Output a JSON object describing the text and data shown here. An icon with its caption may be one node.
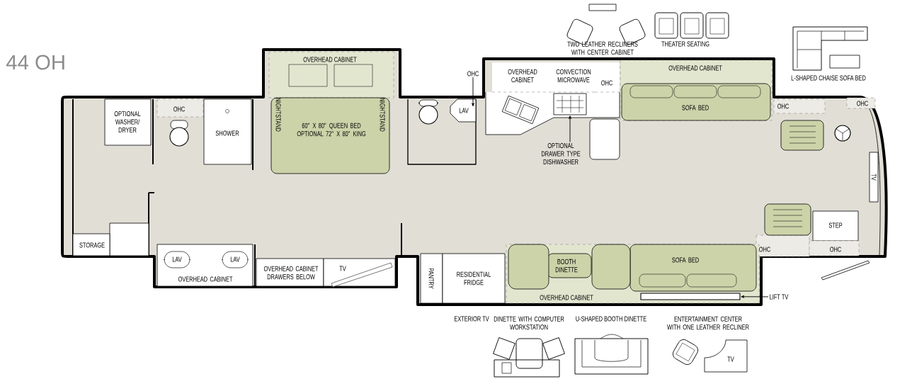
{
  "diagram": {
    "title": "44 OH",
    "nodes": [
      {
        "text": [
          "OPTIONAL WASHER/ DRYER"
        ]
      },
      {
        "text": [
          "OHC"
        ]
      },
      {
        "text": [
          "SHOWER"
        ]
      },
      {
        "text": [
          "OVERHEAD CABINET"
        ]
      },
      {
        "text": [
          "60\" X 80\" QUEEN BED OPTIONAL 72\" X 80\" KING"
        ]
      },
      {
        "text": [
          "NIGHTSTAND"
        ],
        "in": 4
      },
      {
        "text": [
          "NIGHTSTAND"
        ],
        "in": 4
      },
      {
        "text": [
          "OHC"
        ]
      },
      {
        "text": [
          "LAV"
        ]
      },
      {
        "text": [
          "OVERHEAD CABINET"
        ]
      },
      {
        "text": [
          "CONVECTION MICROWAVE"
        ]
      },
      {
        "text": [
          "OHC"
        ]
      },
      {
        "text": [],
        "shape": "box"
      },
      {
        "text": [
          "OPTIONAL DRAWER TYPE DISHWASHER"
        ]
      },
      {
        "text": [
          "OVERHEAD CABINET"
        ]
      },
      {
        "text": [
          "SOFA BED"
        ],
        "in": 14
      },
      {
        "text": [
          "OHC"
        ]
      },
      {
        "text": [
          "OHC"
        ]
      },
      {
        "text": [
          "TV"
        ]
      },
      {
        "text": [
          "OHC"
        ]
      },
      {
        "text": [
          "STEP"
        ]
      },
      {
        "text": [
          "OHC"
        ]
      },
      {
        "text": [
          "STORAGE"
        ]
      },
      {
        "text": [
          "OVERHEAD CABINET"
        ]
      },
      {
        "text": [
          "LAV"
        ],
        "in": 23
      },
      {
        "text": [
          "LAV"
        ],
        "in": 23
      },
      {
        "text": [
          "OVERHEAD CABINET DRAWERS BELOW"
        ]
      },
      {
        "text": [
          "TV"
        ]
      },
      {
        "text": [
          "PANTRY"
        ]
      },
      {
        "text": [
          "RESIDENTIAL FRIDGE"
        ]
      },
      {
        "text": [
          "OVERHEAD CABINET"
        ]
      },
      {
        "text": [
          "BOOTH DINETTE"
        ],
        "in": 30
      },
      {
        "text": [
          "SOFA BED"
        ],
        "in": 30
      },
      {
        "text": [],
        "shape": "bar",
        "in": 30
      },
      {
        "text": [
          "LIFT TV"
        ]
      },
      {
        "text": [
          "TV"
        ]
      }
    ],
    "edges": [
      {
        "from": 7,
        "to": 8,
        "arrow": "to"
      },
      {
        "from": 13,
        "to": 12,
        "arrow": "to"
      },
      {
        "from": 34,
        "to": 33,
        "arrow": "to"
      }
    ],
    "labels": [
      "TWO LEATHER RECLINERS WITH CENTER CABINET",
      "THEATER SEATING",
      "L-SHAPED CHAISE SOFA BED",
      "EXTERIOR TV",
      "DINETTE WITH COMPUTER WORKSTATION",
      "U-SHAPED BOOTH DINETTE",
      "ENTERTAINMENT CENTER WITH ONE LEATHER RECLINER"
    ]
  }
}
